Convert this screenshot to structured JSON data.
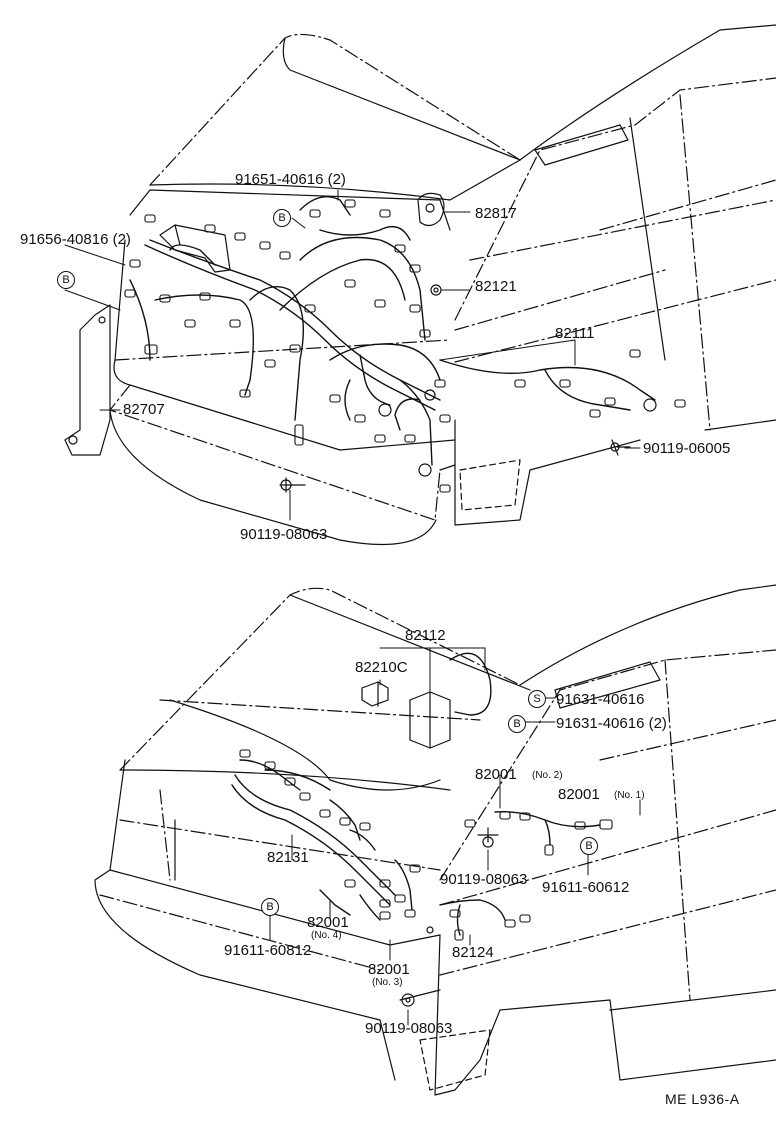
{
  "drawing_code": "ME  L936-A",
  "top_view": {
    "labels": {
      "p_91651": "91651-40616 (2)",
      "p_91656": "91656-40816 (2)",
      "p_82817": "82817",
      "p_82121": "82121",
      "p_82111": "82111",
      "p_82707": "82707",
      "p_90119_06005": "90119-06005",
      "p_90119_08063": "90119-08063"
    },
    "badges": {
      "b1": "B",
      "b2": "B"
    }
  },
  "bottom_view": {
    "labels": {
      "p_82112": "82112",
      "p_82210C": "82210C",
      "p_91631_a": "91631-40616",
      "p_91631_b": "91631-40616 (2)",
      "p_82001_no2": "82001",
      "no2": "(No. 2)",
      "p_82001_no1": "82001",
      "no1": "(No. 1)",
      "p_82131": "82131",
      "p_90119_08063_a": "90119-08063",
      "p_91611_60612": "91611-60612",
      "p_82001_no4": "82001",
      "no4": "(No. 4)",
      "p_91611_60812": "91611-60812",
      "p_82001_no3": "82001",
      "no3": "(No. 3)",
      "p_82124": "82124",
      "p_90119_08063_b": "90119-08063"
    },
    "badges": {
      "s1": "S",
      "b3": "B",
      "b4": "B",
      "b5": "B"
    }
  }
}
